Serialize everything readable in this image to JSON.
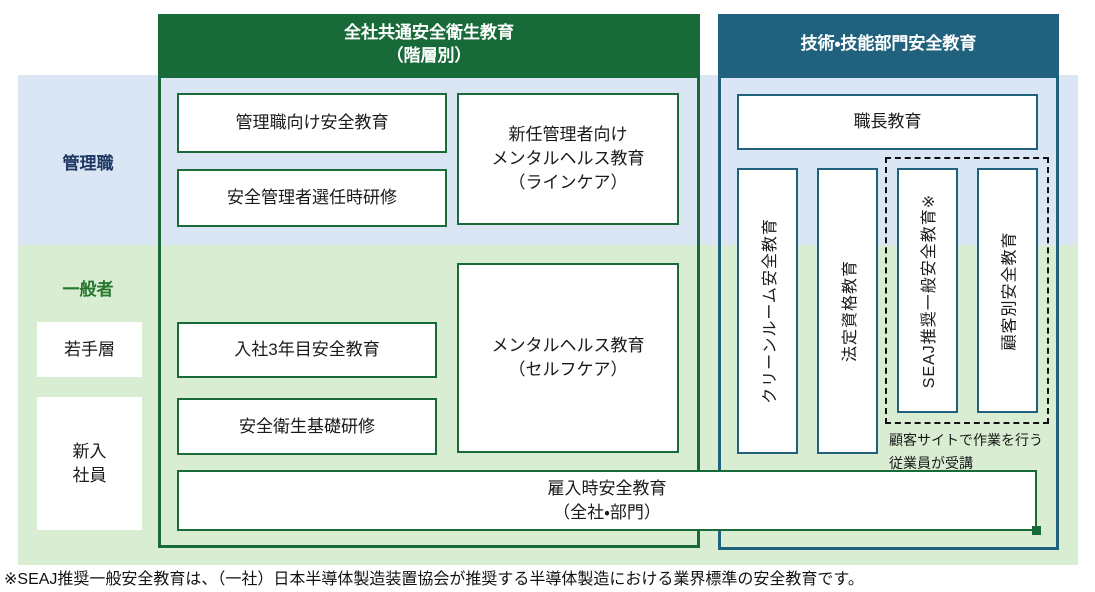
{
  "colors": {
    "green": "#186a38",
    "teal": "#20617e",
    "band_blue": "#dbe6f4",
    "band_green": "#d9edd2",
    "navy": "#1f3864",
    "label_green": "#27772f"
  },
  "left_panel": {
    "header": "全社共通安全衛生教育\n（階層別）",
    "boxes": {
      "manager_safety": "管理職向け安全教育",
      "safety_manager_appointment": "安全管理者選任時研修",
      "new_manager_mental_health": "新任管理者向け\nメンタルヘルス教育\n（ラインケア）",
      "mental_health_selfcare": "メンタルヘルス教育\n（セルフケア）",
      "third_year_safety": "入社3年目安全教育",
      "safety_hygiene_basics": "安全衛生基礎研修",
      "hiring_safety": "雇入時安全教育\n（全社・部門）"
    }
  },
  "right_panel": {
    "header": "技術・技能部門安全教育",
    "boxes": {
      "foreman": "職長教育",
      "cleanroom": "クリーンルーム安全教育",
      "legal_qualification": "法定資格教育",
      "seaj_general": "SEAJ推奨一般安全教育※",
      "customer_specific": "顧客別安全教育"
    },
    "dashed_note": "顧客サイトで作業を行う\n従業員が受講"
  },
  "sidebar": {
    "manager": "管理職",
    "general": "一般者",
    "young": "若手層",
    "newcomer": "新入\n社員"
  },
  "footnote": "※SEAJ推奨一般安全教育は、（一社）日本半導体製造装置協会が推奨する半導体製造における業界標準の安全教育です。"
}
